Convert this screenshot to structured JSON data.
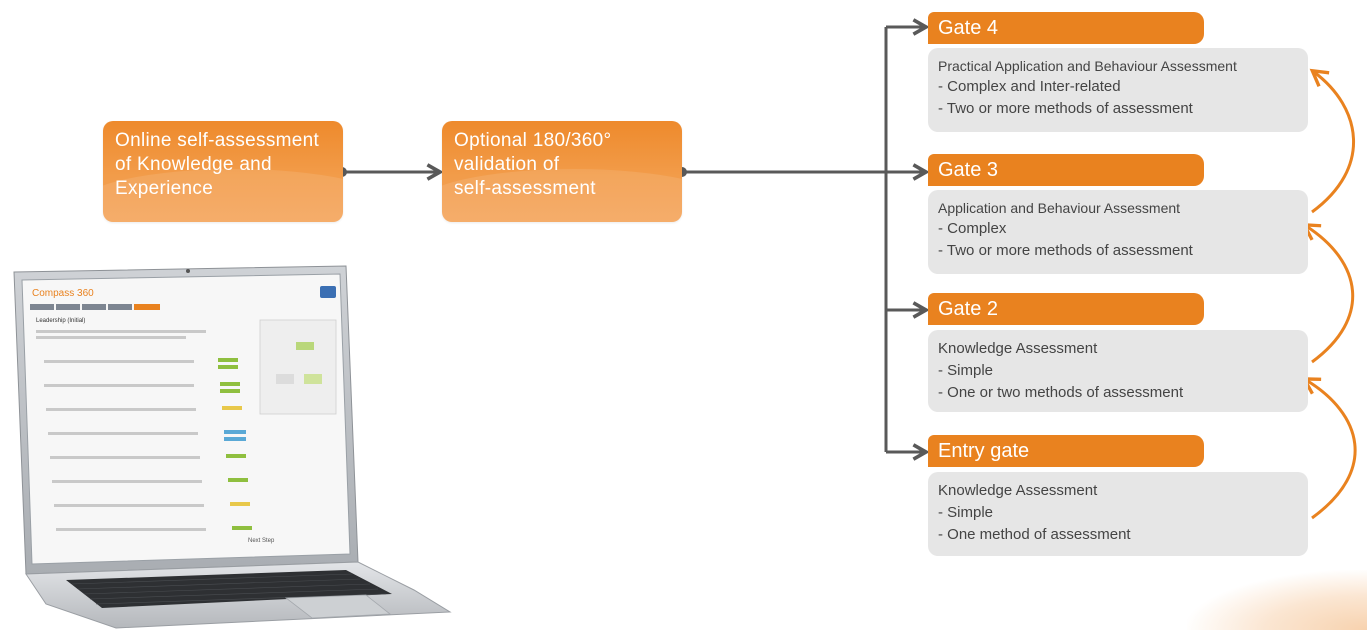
{
  "flow": {
    "step1": {
      "lines": [
        "Online self-assessment",
        "of Knowledge and",
        "Experience"
      ]
    },
    "step2": {
      "lines": [
        "Optional 180/360°",
        "validation of",
        "self-assessment"
      ]
    }
  },
  "gates": [
    {
      "name": "Gate 4",
      "title": "Practical Application and Behaviour Assessment",
      "items": [
        "- Complex and Inter-related",
        "- Two or more methods of assessment"
      ]
    },
    {
      "name": "Gate 3",
      "title": "Application and Behaviour Assessment",
      "items": [
        "- Complex",
        "- Two or more methods of assessment"
      ]
    },
    {
      "name": "Gate 2",
      "title": "Knowledge Assessment",
      "items": [
        "- Simple",
        "- One or two methods of assessment"
      ]
    },
    {
      "name": "Entry gate",
      "title": "Knowledge Assessment",
      "items": [
        "- Simple",
        "- One method of assessment"
      ]
    }
  ],
  "colors": {
    "orange": "#e9821f",
    "box_gray": "#e6e6e6",
    "connector": "#595959"
  },
  "laptop_screen": {
    "app_title": "Compass 360",
    "section_heading": "Leadership (Initial)",
    "submit_label": "Next Step"
  }
}
